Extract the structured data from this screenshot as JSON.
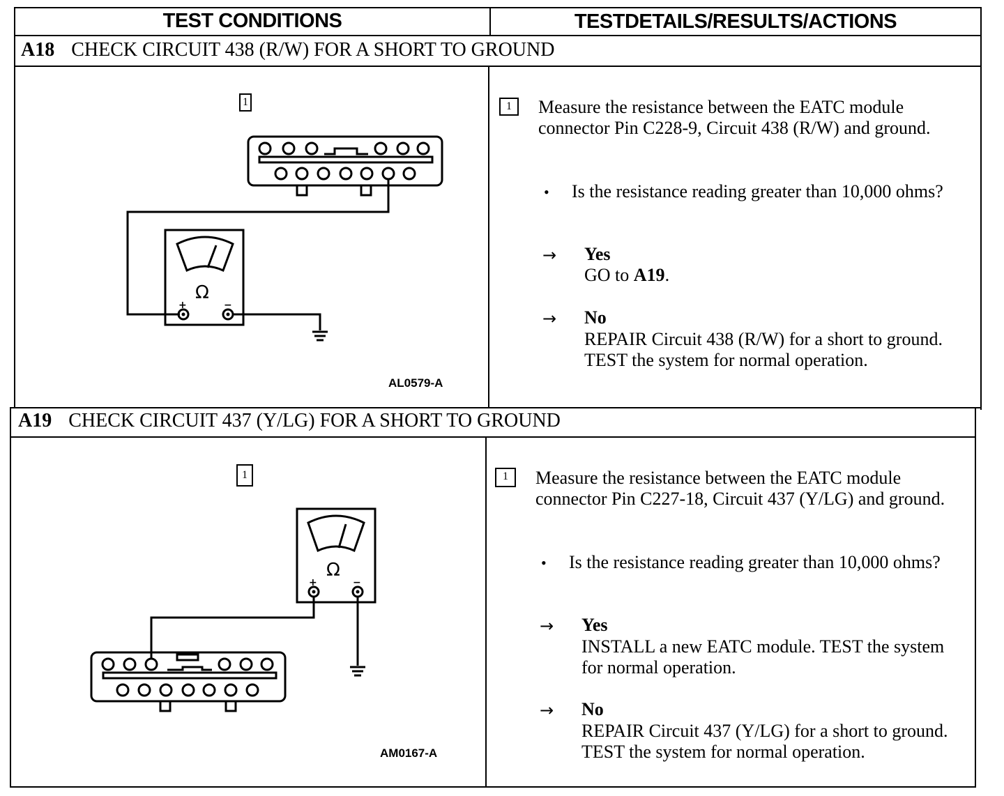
{
  "header": {
    "left": "TEST CONDITIONS",
    "right": "TESTDETAILS/RESULTS/ACTIONS"
  },
  "sections": [
    {
      "id": "A18",
      "title": "CHECK CIRCUIT 438 (R/W) FOR A SHORT TO GROUND",
      "step_number": "1",
      "figure_id": "AL0579-A",
      "instruction": "Measure the resistance between the EATC module connector Pin C228-9, Circuit 438 (R/W) and ground.",
      "question": "Is the resistance reading greater than 10,000 ohms?",
      "yes_label": "Yes",
      "yes_action_prefix": "GO to ",
      "yes_action_ref": "A19",
      "yes_action_suffix": ".",
      "no_label": "No",
      "no_action": "REPAIR Circuit 438 (R/W) for a short to ground. TEST the system for normal operation."
    },
    {
      "id": "A19",
      "title": "CHECK CIRCUIT 437 (Y/LG) FOR A SHORT TO GROUND",
      "step_number": "1",
      "figure_id": "AM0167-A",
      "instruction": "Measure the resistance between the EATC module connector Pin C227-18, Circuit 437 (Y/LG) and ground.",
      "question": "Is the resistance reading greater than 10,000 ohms?",
      "yes_label": "Yes",
      "yes_action": "INSTALL a new EATC module. TEST the system for normal operation.",
      "no_label": "No",
      "no_action": "REPAIR Circuit 437 (Y/LG) for a short to ground. TEST the system for normal operation."
    }
  ],
  "symbols": {
    "bullet": "•",
    "arrow": "→",
    "ohm": "Ω",
    "plus": "+",
    "minus": "−"
  }
}
